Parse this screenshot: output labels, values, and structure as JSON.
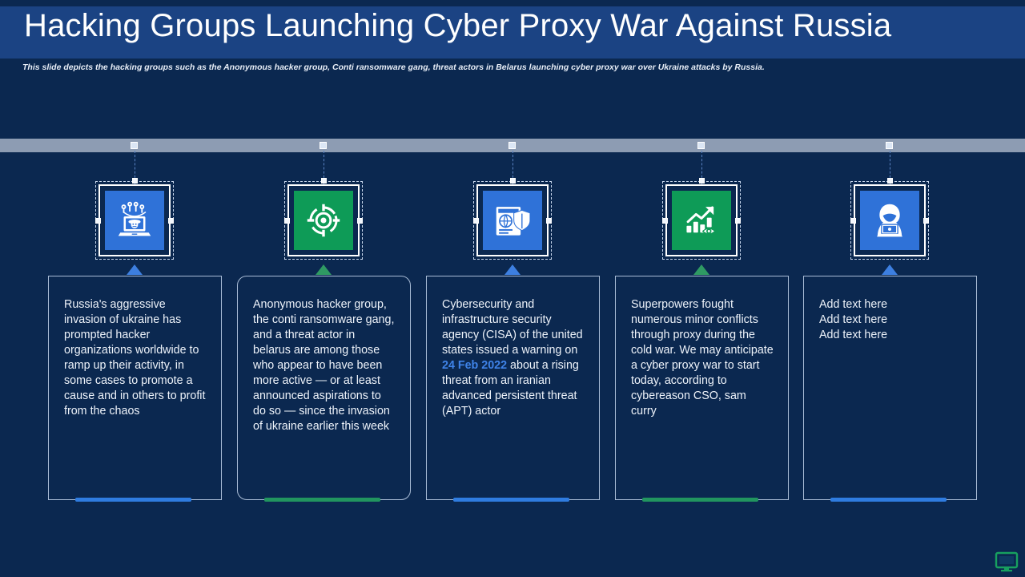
{
  "slide": {
    "background_color": "#0b2850",
    "title": "Hacking Groups Launching Cyber Proxy War Against Russia",
    "title_band_color": "#1b4383",
    "subtitle": "This slide depicts the hacking groups such as the Anonymous hacker group, Conti ransomware gang, threat actors in Belarus launching cyber proxy war over Ukraine attacks by Russia."
  },
  "timeline": {
    "bar_color": "#8d9cb3",
    "node_color": "#dbe6f5",
    "nodes": [
      168,
      404,
      640,
      876,
      1111
    ]
  },
  "colors": {
    "blue": "#2f72d8",
    "green": "#0e9b57",
    "accent_blue": "#2f7ce0",
    "accent_green": "#21955f",
    "highlight": "#3f83e8"
  },
  "items": [
    {
      "icon_name": "laptop-hacker-icon",
      "icon_color": "blue",
      "arrow_color": "blue",
      "accent_color": "blue",
      "card_rounded": false,
      "text_before": "Russia's aggressive invasion of ukraine has prompted hacker organizations worldwide to ramp up their activity, in some cases to promote a cause and in others to profit from the chaos",
      "highlight": "",
      "text_after": ""
    },
    {
      "icon_name": "crosshair-target-icon",
      "icon_color": "green",
      "arrow_color": "green",
      "accent_color": "green",
      "card_rounded": true,
      "text_before": "Anonymous hacker group, the conti ransomware gang, and a threat actor in belarus are among those who appear to have been more active — or at least announced aspirations to do so — since the invasion of ukraine earlier this week",
      "highlight": "",
      "text_after": ""
    },
    {
      "icon_name": "web-security-shield-icon",
      "icon_color": "blue",
      "arrow_color": "blue",
      "accent_color": "blue",
      "card_rounded": false,
      "text_before": "Cybersecurity and infrastructure security agency (CISA) of the united states issued a warning on ",
      "highlight": "24 Feb 2022",
      "text_after": " about a rising threat from an iranian advanced persistent threat (APT) actor"
    },
    {
      "icon_name": "growth-chart-eye-icon",
      "icon_color": "green",
      "arrow_color": "green",
      "accent_color": "green",
      "card_rounded": false,
      "text_before": "Superpowers fought numerous minor conflicts through proxy during the cold war. We may anticipate a cyber proxy war to start today, according to cybereason CSO, sam curry",
      "highlight": "",
      "text_after": ""
    },
    {
      "icon_name": "hooded-hacker-laptop-icon",
      "icon_color": "blue",
      "arrow_color": "blue",
      "accent_color": "blue",
      "card_rounded": false,
      "text_before": "Add text here\nAdd text here\nAdd text here",
      "highlight": "",
      "text_after": ""
    }
  ],
  "corner_logo": {
    "icon_name": "monitor-logo-icon",
    "color": "#17a05f"
  }
}
